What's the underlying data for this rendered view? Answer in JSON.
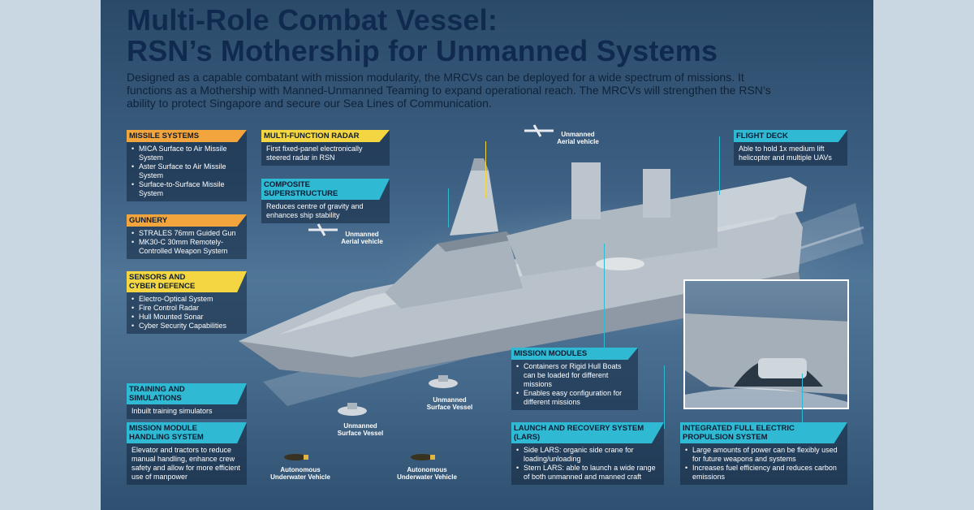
{
  "title_line1": "Multi-Role Combat Vessel:",
  "title_line2": "RSN’s Mothership for Unmanned Systems",
  "intro": "Designed as a capable combatant with mission modularity, the MRCVs can be deployed for a wide spectrum of missions. It functions as a Mothership with Manned-Unmanned Teaming to expand operational reach. The MRCVs will strengthen the RSN’s ability to protect Singapore and secure our Sea Lines of Communication.",
  "colors": {
    "orange": "#f2a53d",
    "yellow": "#f3d641",
    "cyan": "#2fb9d3",
    "title": "#102a4f"
  },
  "missile": {
    "title": "MISSILE SYSTEMS",
    "items": [
      "MICA Surface to Air Missile System",
      "Aster Surface to Air Missile System",
      "Surface-to-Surface Missile System"
    ]
  },
  "gunnery": {
    "title": "GUNNERY",
    "items": [
      "STRALES 76mm Guided Gun",
      "MK30-C 30mm Remotely-Controlled Weapon System"
    ]
  },
  "sensors": {
    "title_line1": "SENSORS AND",
    "title_line2": "CYBER DEFENCE",
    "items": [
      "Electro-Optical System",
      "Fire Control Radar",
      "Hull Mounted Sonar",
      "Cyber Security Capabilities"
    ]
  },
  "training": {
    "title": "TRAINING AND SIMULATIONS",
    "text": "Inbuilt training simulators"
  },
  "handling": {
    "title_line1": "MISSION MODULE",
    "title_line2": "HANDLING SYSTEM",
    "text": "Elevator and tractors to reduce manual handling, enhance crew safety and allow for more efficient use of manpower"
  },
  "radar": {
    "title": "MULTI-FUNCTION RADAR",
    "text": "First fixed-panel electronically steered radar in RSN"
  },
  "composite": {
    "title": "COMPOSITE SUPERSTRUCTURE",
    "text": "Reduces centre of gravity and enhances ship stability"
  },
  "flight": {
    "title": "FLIGHT DECK",
    "text": "Able to hold 1x medium lift helicopter and multiple UAVs"
  },
  "modules": {
    "title": "MISSION MODULES",
    "items": [
      "Containers or Rigid Hull Boats can be loaded for different missions",
      "Enables easy configuration for different missions"
    ]
  },
  "lars": {
    "title_line1": "LAUNCH AND RECOVERY SYSTEM",
    "title_line2": "(LARS)",
    "items": [
      "Side LARS: organic side crane for loading/unloading",
      "Stern LARS: able to launch a wide range of both unmanned and manned craft"
    ]
  },
  "propulsion": {
    "title_line1": "INTEGRATED FULL ELECTRIC",
    "title_line2": "PROPULSION SYSTEM",
    "items": [
      "Large amounts of power can be flexibly used for future weapons and systems",
      "Increases fuel efficiency and reduces carbon emissions"
    ]
  },
  "labels": {
    "uav1_l1": "Unmanned",
    "uav1_l2": "Aerial vehicle",
    "uav2_l1": "Unmanned",
    "uav2_l2": "Aerial vehicle",
    "usv1_l1": "Unmanned",
    "usv1_l2": "Surface Vessel",
    "usv2_l1": "Unmanned",
    "usv2_l2": "Surface Vessel",
    "auv1_l1": "Autonomous",
    "auv1_l2": "Underwater Vehicle",
    "auv2_l1": "Autonomous",
    "auv2_l2": "Underwater Vehicle"
  }
}
